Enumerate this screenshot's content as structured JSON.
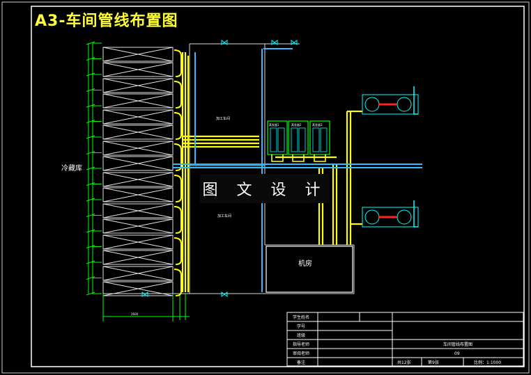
{
  "title": "A3-车间管线布置图",
  "watermark": "图 文 设 计",
  "labels": {
    "cold_storage": "冷藏库",
    "process_room_upper": "加工车间",
    "process_room_lower": "加工车间",
    "machine_room": "机房",
    "evap1": "蒸发器1",
    "evap2": "蒸发器2",
    "evap3": "蒸发器3",
    "dim_bottom": "2600"
  },
  "title_block": {
    "rows_left": [
      "学生姓名",
      "学号",
      "班级",
      "指导老师",
      "审阅老师",
      "备注"
    ],
    "drawing_name": "车间管线布置图",
    "drawing_no": "09",
    "sheets": "共12张",
    "sheet_no": "第9张",
    "scale": "比例：1:1000"
  },
  "colors": {
    "frame": "#ffffff",
    "yellow_pipe": "#ffff00",
    "cyan_pipe": "#33bbff",
    "cool": "#00ffff",
    "green": "#00ff00",
    "red": "#ff2222"
  }
}
